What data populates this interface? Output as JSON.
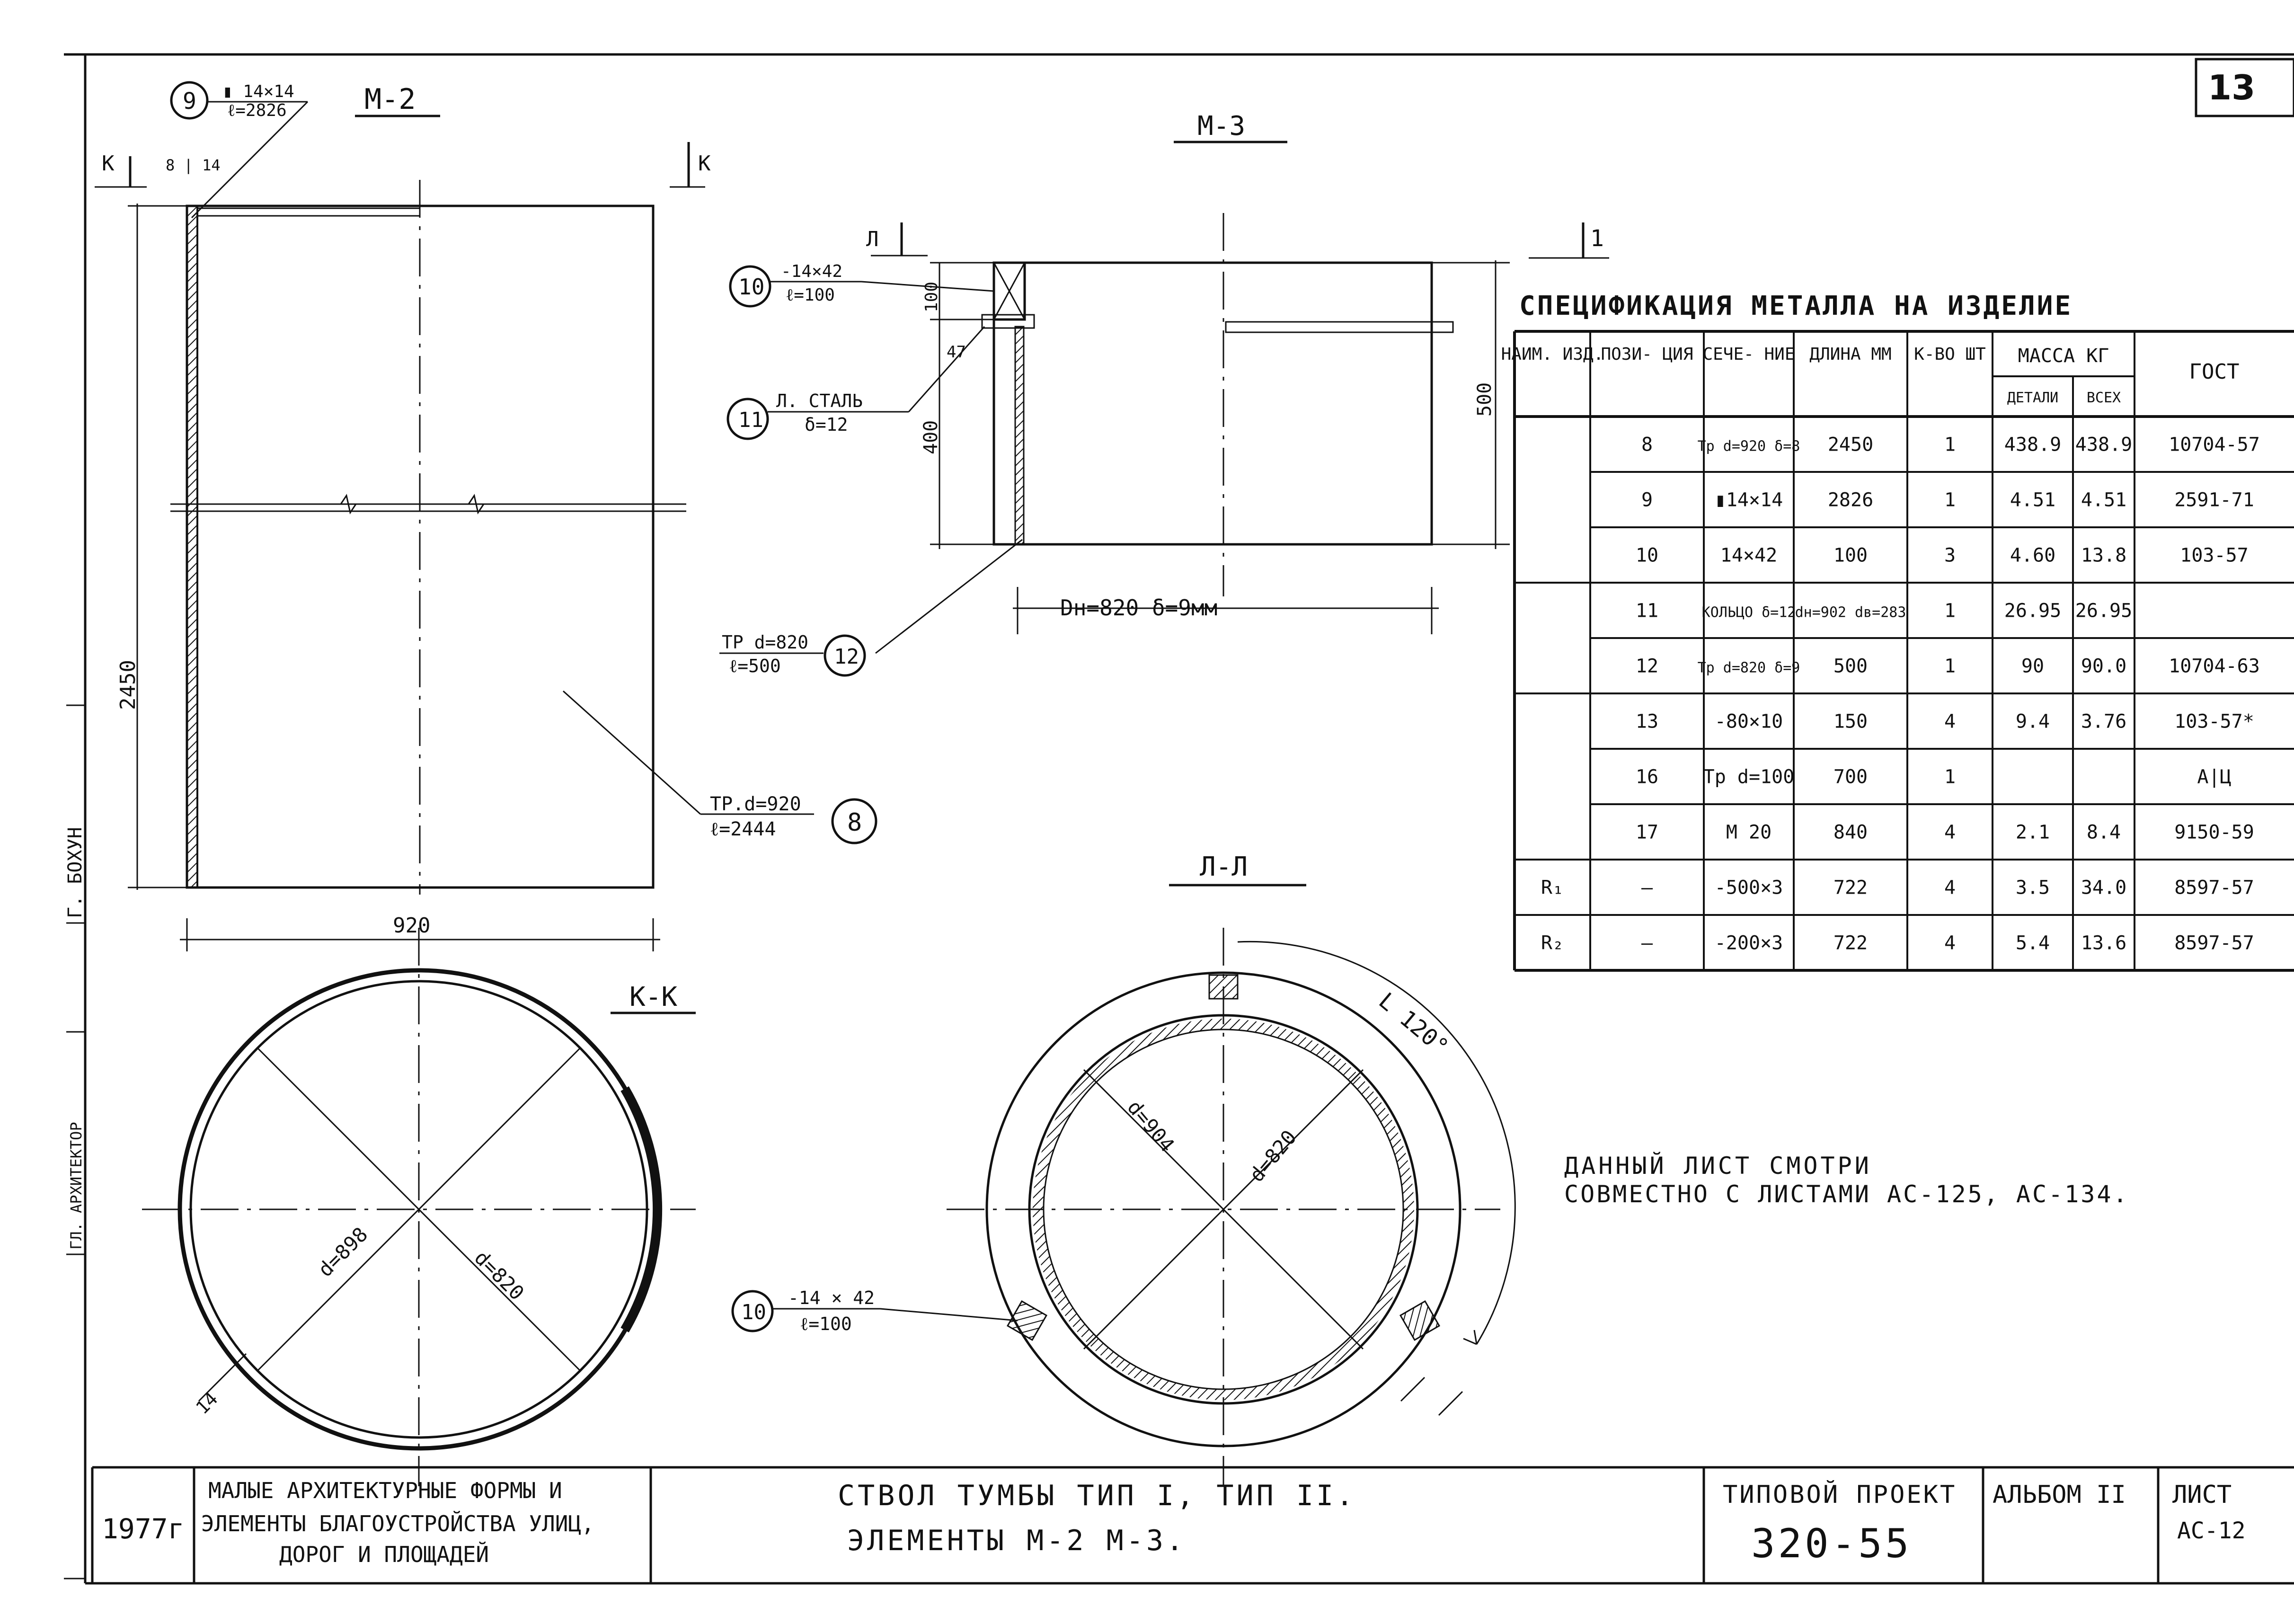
{
  "sheet_corner": "13",
  "views": {
    "m2": {
      "title": "М-2",
      "section_mark": "К",
      "leader_9_num": "9",
      "leader_9_top": "▮ 14×14",
      "leader_9_bottom": "ℓ=2826",
      "offset_dims": "8 | 14",
      "height_dim": "2450",
      "width_dim": "920",
      "leader_8_num": "8",
      "leader_8_top": "ТР.d=920",
      "leader_8_bottom": "ℓ=2444"
    },
    "m3": {
      "title": "М-3",
      "section_mark": "Л",
      "leader_10_num": "10",
      "leader_10_top": "-14×42",
      "leader_10_bottom": "ℓ=100",
      "leader_11_num": "11",
      "leader_11_top": "Л. СТАЛЬ",
      "leader_11_bottom": "δ=12",
      "leader_12_num": "12",
      "leader_12_top": "ТР d=820",
      "leader_12_bottom": "ℓ=500",
      "dim_100": "100",
      "dim_47": "47",
      "dim_400": "400",
      "dim_500": "500",
      "dim_diam": "Dн=820   δ=9мм",
      "mark_1": "1"
    },
    "kk": {
      "title": "К-К",
      "d_outer": "d=898",
      "d_inner": "d=820",
      "dim_14": "14"
    },
    "ll": {
      "title": "Л-Л",
      "angle": "L 120°",
      "d_outer": "d=904",
      "d_inner": "d=820",
      "leader_10_num": "10",
      "leader_10_top": "-14 × 42",
      "leader_10_bottom": "ℓ=100"
    }
  },
  "spec_table": {
    "title": "СПЕЦИФИКАЦИЯ МЕТАЛЛА НА ИЗДЕЛИЕ",
    "headers": {
      "name": "НАИМ. ИЗД.",
      "pos": "ПОЗИ- ЦИЯ",
      "section": "СЕЧЕ- НИЕ",
      "length": "ДЛИНА ММ",
      "qty": "К-ВО ШТ",
      "mass": "МАССА КГ",
      "mass_detail": "ДЕТАЛИ",
      "mass_all": "ВСЕХ",
      "gost": "ГОСТ"
    },
    "rows": [
      {
        "name": "",
        "pos": "8",
        "section": "Тр d=920 δ=8",
        "length": "2450",
        "qty": "1",
        "detail": "438.9",
        "all": "438.9",
        "gost": "10704-57"
      },
      {
        "name": "",
        "pos": "9",
        "section": "▮14×14",
        "length": "2826",
        "qty": "1",
        "detail": "4.51",
        "all": "4.51",
        "gost": "2591-71"
      },
      {
        "name": "",
        "pos": "10",
        "section": "14×42",
        "length": "100",
        "qty": "3",
        "detail": "4.60",
        "all": "13.8",
        "gost": "103-57"
      },
      {
        "name": "",
        "pos": "11",
        "section": "КОЛЬЦО δ=12",
        "length": "dн=902 dв=283",
        "qty": "1",
        "detail": "26.95",
        "all": "26.95",
        "gost": ""
      },
      {
        "name": "",
        "pos": "12",
        "section": "Тр d=820 δ=9",
        "length": "500",
        "qty": "1",
        "detail": "90",
        "all": "90.0",
        "gost": "10704-63"
      },
      {
        "name": "",
        "pos": "13",
        "section": "-80×10",
        "length": "150",
        "qty": "4",
        "detail": "9.4",
        "all": "3.76",
        "gost": "103-57*"
      },
      {
        "name": "",
        "pos": "16",
        "section": "Тр d=100",
        "length": "700",
        "qty": "1",
        "detail": "",
        "all": "",
        "gost": "А|Ц"
      },
      {
        "name": "",
        "pos": "17",
        "section": "М 20",
        "length": "840",
        "qty": "4",
        "detail": "2.1",
        "all": "8.4",
        "gost": "9150-59"
      },
      {
        "name": "R₁",
        "pos": "—",
        "section": "-500×3",
        "length": "722",
        "qty": "4",
        "detail": "3.5",
        "all": "34.0",
        "gost": "8597-57"
      },
      {
        "name": "R₂",
        "pos": "—",
        "section": "-200×3",
        "length": "722",
        "qty": "4",
        "detail": "5.4",
        "all": "13.6",
        "gost": "8597-57"
      }
    ]
  },
  "note": {
    "line1": "ДАННЫЙ ЛИСТ СМОТРИ",
    "line2": "СОВМЕСТНО С ЛИСТАМИ АС-125, АС-134."
  },
  "margin_labels": {
    "author": "Г. БОХУН",
    "role": "ГЛ. АРХИТЕКТОР"
  },
  "title_block": {
    "year": "1977г",
    "org_line1": "МАЛЫЕ АРХИТЕКТУРНЫЕ ФОРМЫ И",
    "org_line2": "ЭЛЕМЕНТЫ БЛАГОУСТРОЙСТВА УЛИЦ,",
    "org_line3": "ДОРОГ И ПЛОЩАДЕЙ",
    "drawing_line1": "СТВОЛ ТУМБЫ   ТИП I, ТИП II.",
    "drawing_line2": "ЭЛЕМЕНТЫ   М-2   М-3.",
    "project_label": "ТИПОВОЙ ПРОЕКТ",
    "project_number": "320-55",
    "album": "АЛЬБОМ II",
    "sheet_label": "ЛИСТ",
    "sheet_number": "АС-12"
  }
}
